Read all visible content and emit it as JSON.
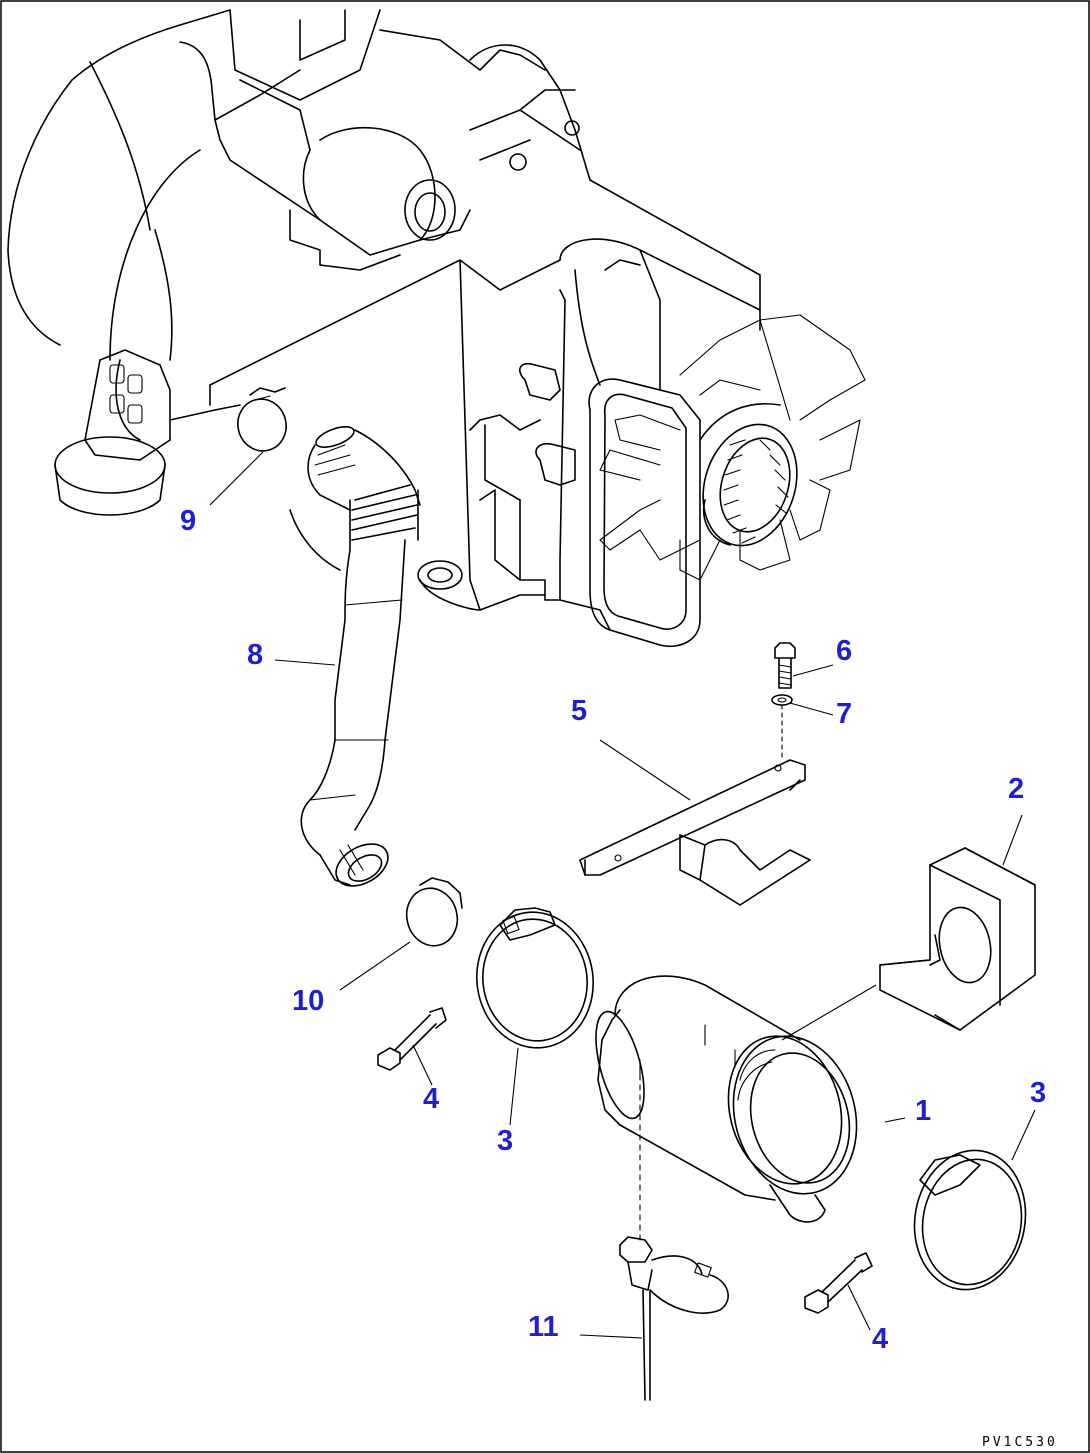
{
  "diagram": {
    "callouts": [
      {
        "id": "1",
        "label": "1"
      },
      {
        "id": "2",
        "label": "2"
      },
      {
        "id": "3a",
        "label": "3"
      },
      {
        "id": "3b",
        "label": "3"
      },
      {
        "id": "4a",
        "label": "4"
      },
      {
        "id": "4b",
        "label": "4"
      },
      {
        "id": "5",
        "label": "5"
      },
      {
        "id": "6",
        "label": "6"
      },
      {
        "id": "7",
        "label": "7"
      },
      {
        "id": "8",
        "label": "8"
      },
      {
        "id": "9",
        "label": "9"
      },
      {
        "id": "10",
        "label": "10"
      },
      {
        "id": "11",
        "label": "11"
      }
    ],
    "drawing_code": "PV1C530",
    "colors": {
      "callout": "#1e1ed2",
      "line": "#000000",
      "background": "#ffffff"
    }
  }
}
